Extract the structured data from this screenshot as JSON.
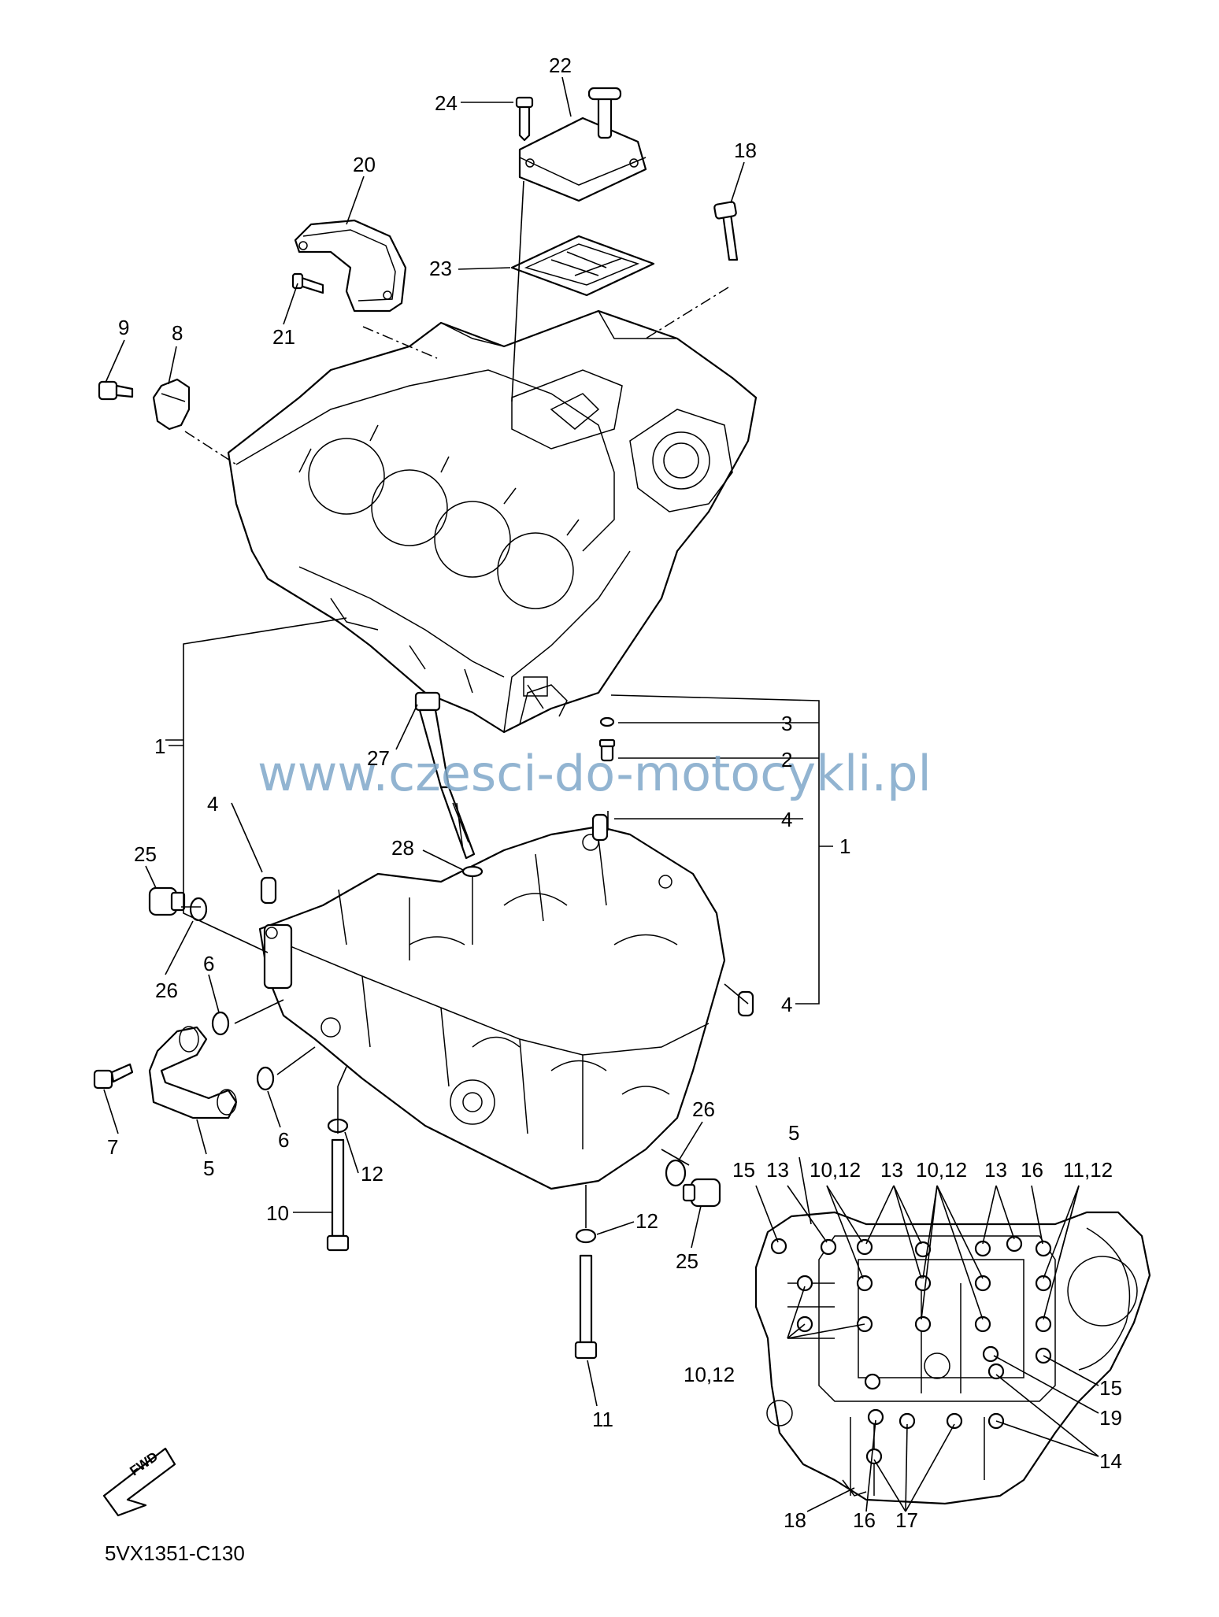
{
  "watermark": "www.czesci-do-motocykli.pl",
  "figure_code": "5VX1351-C130",
  "fwd_label": "FWD",
  "callouts": {
    "c22": "22",
    "c24": "24",
    "c18a": "18",
    "c20": "20",
    "c23": "23",
    "c21": "21",
    "c9": "9",
    "c8": "8",
    "c1a": "1",
    "c3": "3",
    "c2": "2",
    "c4a": "4",
    "c4b": "4",
    "c1b": "1",
    "c4c": "4",
    "c27": "27",
    "c28": "28",
    "c25a": "25",
    "c26a": "26",
    "c6a": "6",
    "c6b": "6",
    "c7": "7",
    "c5a": "5",
    "c12a": "12",
    "c10a": "10",
    "c26b": "26",
    "c25b": "25",
    "c12b": "12",
    "c11a": "11",
    "d5": "5",
    "d15a": "15",
    "d13a": "13",
    "d1012a": "10,12",
    "d13b": "13",
    "d1012b": "10,12",
    "d13c": "13",
    "d16a": "16",
    "d1112": "11,12",
    "d1012c": "10,12",
    "d15b": "15",
    "d19": "19",
    "d14": "14",
    "d18": "18",
    "d16b": "16",
    "d17": "17"
  }
}
